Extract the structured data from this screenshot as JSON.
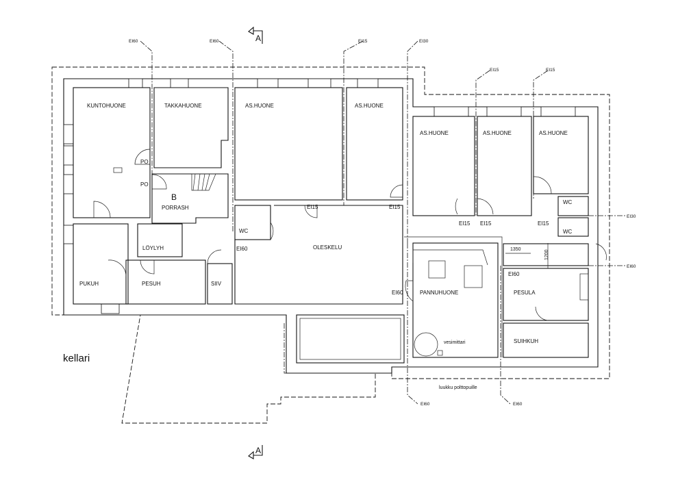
{
  "title": "kellari",
  "section_marker": "A",
  "rooms": {
    "kuntohuone": "KUNTOHUONE",
    "takkahuone": "TAKKAHUONE",
    "as_huone_1": "AS.HUONE",
    "as_huone_2": "AS.HUONE",
    "as_huone_3": "AS.HUONE",
    "as_huone_4": "AS.HUONE",
    "as_huone_5": "AS.HUONE",
    "porrash": "PORRASH",
    "stair_label": "B",
    "wc_left": "WC",
    "wc_right_1": "WC",
    "wc_right_2": "WC",
    "loylyh": "LÖYLYH",
    "pukuh": "PUKUH",
    "pesuh": "PESUH",
    "siiv": "SIIV",
    "oleskelu": "OLESKELU",
    "pannuhuone": "PANNUHUONE",
    "pesula": "PESULA",
    "suihkuh": "SUIHKUH"
  },
  "door_labels": {
    "po_1": "PO",
    "po_2": "PO"
  },
  "fire_ratings": {
    "top_1": "EI60",
    "top_2": "EI60",
    "top_3": "EI15",
    "top_4": "EI30",
    "top_5": "EI15",
    "top_6": "EI15",
    "door_oleskelu_1": "EI15",
    "door_oleskelu_2": "EI15",
    "door_as_3": "EI15",
    "door_as_4": "EI15",
    "door_wc": "EI15",
    "door_siiv": "EI60",
    "door_pannu": "EI60",
    "door_pesula": "EI60",
    "right_1": "EI30",
    "right_2": "EI60",
    "bottom_1": "EI60",
    "bottom_2": "EI60"
  },
  "annotations": {
    "water_meter": "vesimittari",
    "firewood_hatch": "luukku polttopuille",
    "dim_width": "1350",
    "dim_depth": "1200"
  }
}
